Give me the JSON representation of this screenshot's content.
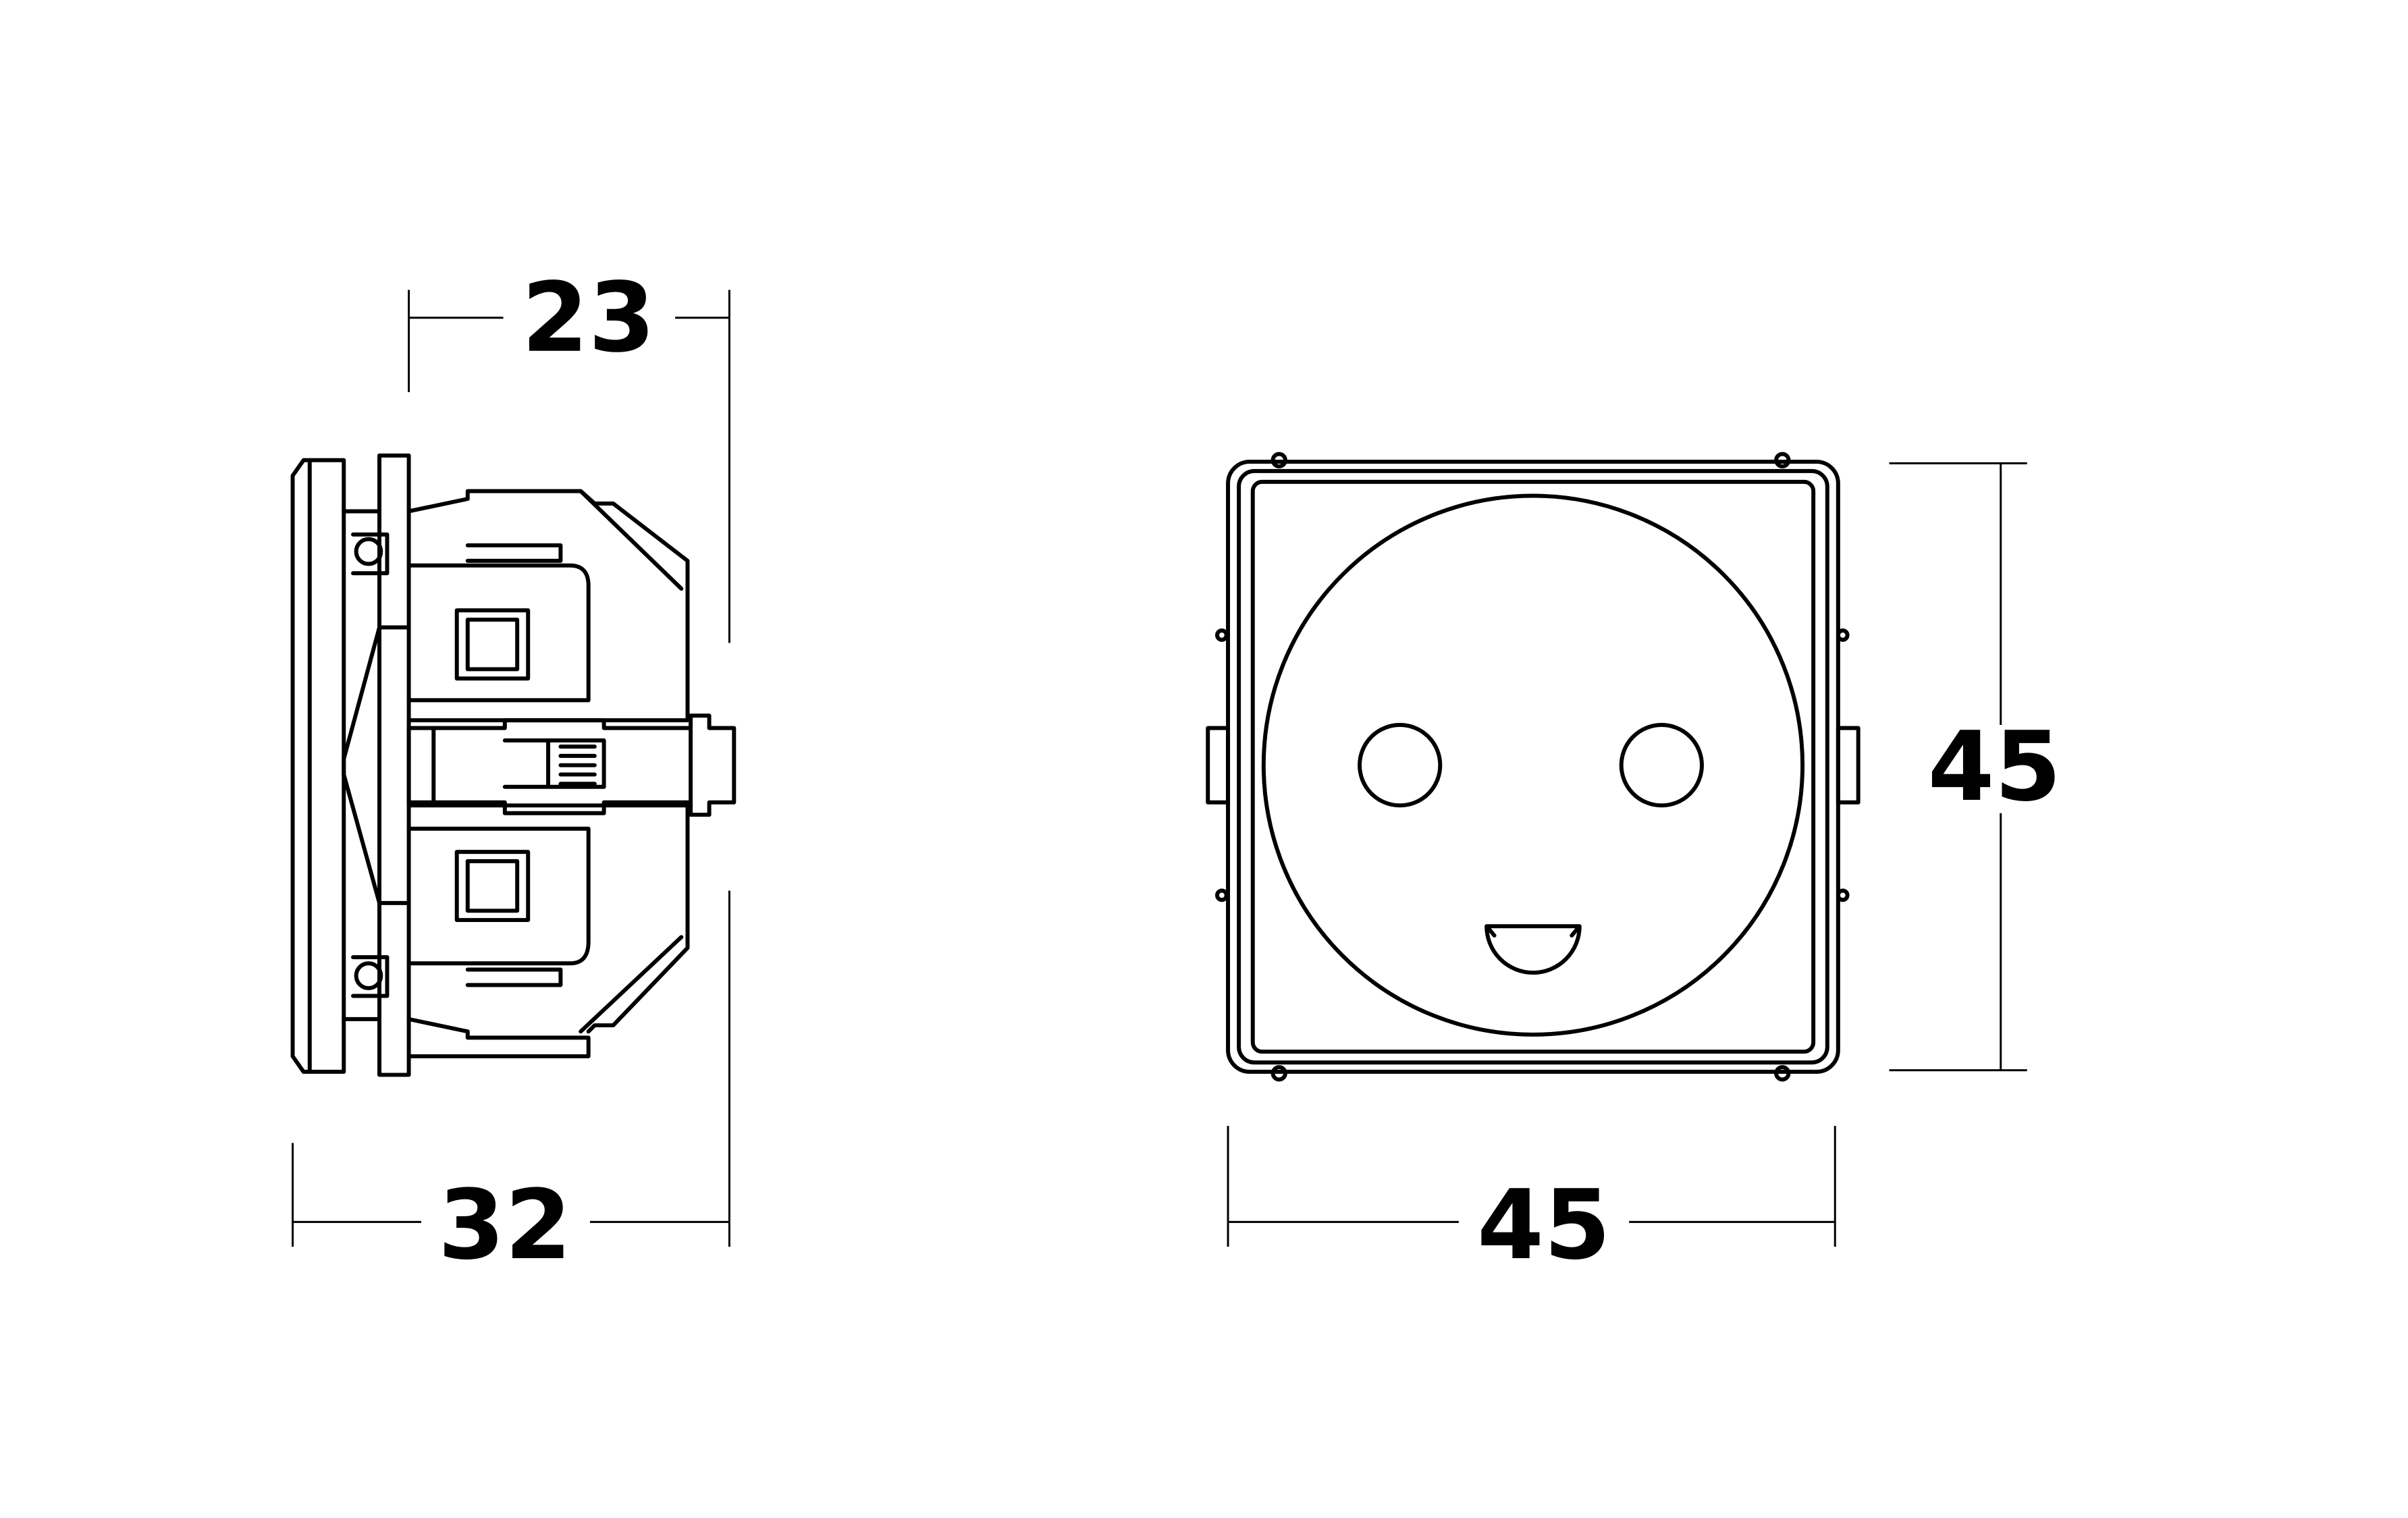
{
  "drawing": {
    "side_view": {
      "depth_dimension": "23",
      "total_depth_dimension": "32"
    },
    "front_view": {
      "width_dimension": "45",
      "height_dimension": "45"
    },
    "line_color": "#000000",
    "background_color": "#ffffff"
  }
}
